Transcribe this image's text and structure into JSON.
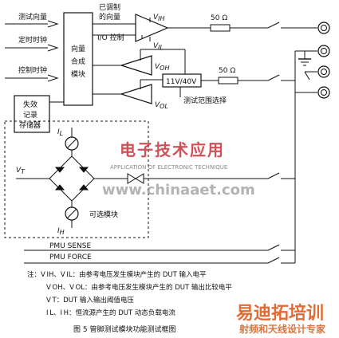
{
  "inputs": {
    "test_vector": "测试向量",
    "timing_clock": "定时时钟",
    "control_clock": "控制时钟"
  },
  "blocks": {
    "vector_synth": [
      "向量",
      "合成",
      "模块"
    ],
    "fail_memory": [
      "失效",
      "记录",
      "存储器"
    ],
    "modulated_vector": [
      "已调制",
      "的向量"
    ],
    "io_control": "I/O 控制",
    "range_box": "11V/40V",
    "range_select": "测试范围选择",
    "optional_module": "可选模块"
  },
  "resistors": {
    "r1": "50 Ω",
    "r2": "50 Ω"
  },
  "signals": {
    "vih": "V",
    "vih_sub": "IH",
    "vil": "V",
    "vil_sub": "IL",
    "voh": "V",
    "voh_sub": "OH",
    "vol": "V",
    "vol_sub": "OL",
    "vt": "V",
    "vt_sub": "T",
    "il": "I",
    "il_sub": "L",
    "ih": "I",
    "ih_sub": "H"
  },
  "pmu": {
    "sense": "PMU  SENSE",
    "force": "PMU  FORCE"
  },
  "notes": [
    "注：V IH、V IL：由参考电压发生模块产生的 DUT 输入电平",
    "V OH、V OL：由参考电压发生模块产生的 DUT 输出比较电平",
    "V T：DUT 输入输出阈值电压",
    "I L、I H：恒流源产生的 DUT 动态负载电流"
  ],
  "caption": "图 5  管脚测试模块功能测试框图",
  "watermark": {
    "logo_cn": "电子技术应用",
    "logo_en": "APPLICATION OF ELECTRONIC TECHNIQUE",
    "site": "www.chinaaet.com",
    "brand_cn": "易迪拓培训",
    "brand_sub": "射频和天线设计专家"
  }
}
